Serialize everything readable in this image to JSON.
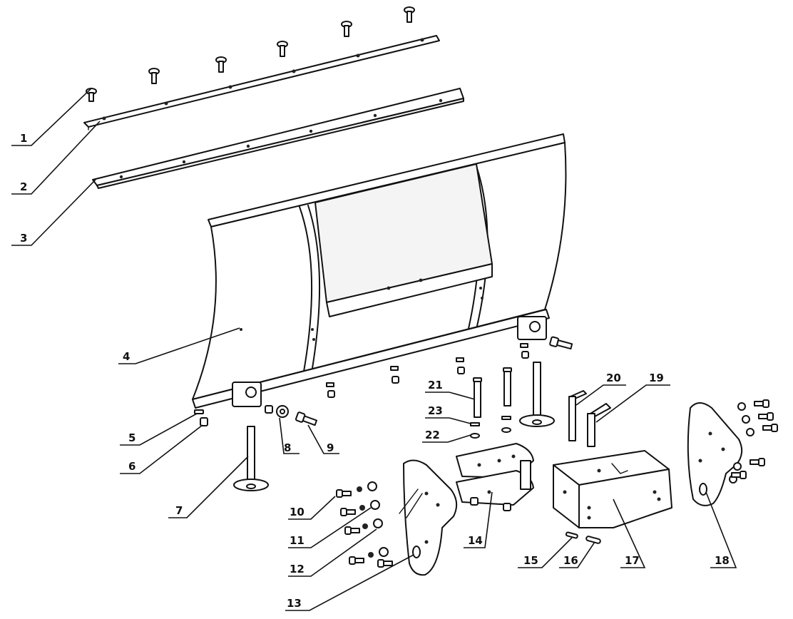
{
  "diagram": {
    "type": "exploded-parts-view",
    "callouts": [
      {
        "id": "1",
        "label": "1"
      },
      {
        "id": "2",
        "label": "2"
      },
      {
        "id": "3",
        "label": "3"
      },
      {
        "id": "4",
        "label": "4"
      },
      {
        "id": "5",
        "label": "5"
      },
      {
        "id": "6",
        "label": "6"
      },
      {
        "id": "7",
        "label": "7"
      },
      {
        "id": "8",
        "label": "8"
      },
      {
        "id": "9",
        "label": "9"
      },
      {
        "id": "10",
        "label": "10"
      },
      {
        "id": "11",
        "label": "11"
      },
      {
        "id": "12",
        "label": "12"
      },
      {
        "id": "13",
        "label": "13"
      },
      {
        "id": "14",
        "label": "14"
      },
      {
        "id": "15",
        "label": "15"
      },
      {
        "id": "16",
        "label": "16"
      },
      {
        "id": "17",
        "label": "17"
      },
      {
        "id": "18",
        "label": "18"
      },
      {
        "id": "19",
        "label": "19"
      },
      {
        "id": "20",
        "label": "20"
      },
      {
        "id": "21",
        "label": "21"
      },
      {
        "id": "22",
        "label": "22"
      },
      {
        "id": "23",
        "label": "23"
      }
    ]
  }
}
